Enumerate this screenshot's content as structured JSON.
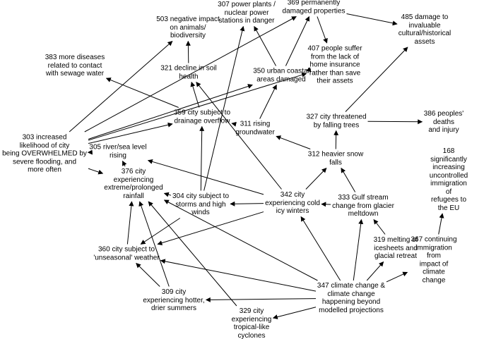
{
  "diagram": {
    "nodes": [
      {
        "id": "503",
        "label": "503 negative impact\non animals/\nbiodiversity"
      },
      {
        "id": "307",
        "label": "307 power plants /\nnuclear power\nstations in danger"
      },
      {
        "id": "369",
        "label": "369 permanently\ndamaged properties"
      },
      {
        "id": "485",
        "label": "485 damage to\ninvaluable\ncultural/historical\nassets"
      },
      {
        "id": "407",
        "label": "407 people suffer\nfrom the lack of\nhome insurance\nrather than save\ntheir assets"
      },
      {
        "id": "383",
        "label": "383 more diseases\nrelated to contact\nwith sewage water"
      },
      {
        "id": "321",
        "label": "321 decline in soil\nhealth"
      },
      {
        "id": "350",
        "label": "350 urban coastal\nareas damaged"
      },
      {
        "id": "386",
        "label": "386 peoples' deaths\nand injury"
      },
      {
        "id": "359",
        "label": "359 city subject to\ndrainage overflow"
      },
      {
        "id": "311",
        "label": "311 rising\ngroundwater"
      },
      {
        "id": "327",
        "label": "327 city threatened\nby falling trees"
      },
      {
        "id": "303",
        "label": "303 increased\nlikelihood of city\nbeing OVERWHELMED by\nsevere flooding, and\nmore often"
      },
      {
        "id": "305",
        "label": "305 river/sea level\nrising"
      },
      {
        "id": "312",
        "label": "312 heavier snow\nfalls"
      },
      {
        "id": "376",
        "label": "376 city\nexperiencing\nextreme/prolonged\nrainfall"
      },
      {
        "id": "168",
        "label": "168 significantly\nincreasing\nuncontrolled\nimmigration of\nrefugees to the EU"
      },
      {
        "id": "304",
        "label": "304 city subject to\nstorms and high\nwinds"
      },
      {
        "id": "342",
        "label": "342 city\nexperiencing cold\nicy winters"
      },
      {
        "id": "333",
        "label": "333 Gulf stream\nchange from glacier\nmeltdown"
      },
      {
        "id": "360",
        "label": "360 city subject to\n'unseasonal' weather"
      },
      {
        "id": "319",
        "label": "319 melting of\nicesheets and\nglacial retreat"
      },
      {
        "id": "367",
        "label": "367 continuing\nimmigration from\nimpact of climate\nchange"
      },
      {
        "id": "347",
        "label": "347 climate change &\nclimate change\nhappening beyond\nmodelled projections"
      },
      {
        "id": "309",
        "label": "309 city\nexperiencing hotter,\ndrier summers"
      },
      {
        "id": "329",
        "label": "329 city\nexperiencing\ntropical-like\ncyclones"
      }
    ],
    "edges": [
      {
        "from": "303",
        "to": "503"
      },
      {
        "from": "303",
        "to": "369"
      },
      {
        "from": "303",
        "to": "350"
      },
      {
        "from": "303",
        "to": "305"
      },
      {
        "from": "303",
        "to": "376"
      },
      {
        "from": "303",
        "to": "359"
      },
      {
        "from": "303",
        "to": "407"
      },
      {
        "from": "369",
        "to": "485"
      },
      {
        "from": "369",
        "to": "407"
      },
      {
        "from": "350",
        "to": "307"
      },
      {
        "from": "350",
        "to": "369"
      },
      {
        "from": "350",
        "to": "407"
      },
      {
        "from": "321",
        "to": "503"
      },
      {
        "from": "359",
        "to": "383"
      },
      {
        "from": "359",
        "to": "321"
      },
      {
        "from": "311",
        "to": "350"
      },
      {
        "from": "311",
        "to": "359"
      },
      {
        "from": "327",
        "to": "485"
      },
      {
        "from": "327",
        "to": "386"
      },
      {
        "from": "312",
        "to": "327"
      },
      {
        "from": "312",
        "to": "311"
      },
      {
        "from": "342",
        "to": "312"
      },
      {
        "from": "342",
        "to": "304"
      },
      {
        "from": "342",
        "to": "321"
      },
      {
        "from": "342",
        "to": "305"
      },
      {
        "from": "304",
        "to": "359"
      },
      {
        "from": "304",
        "to": "376"
      },
      {
        "from": "304",
        "to": "307"
      },
      {
        "from": "304",
        "to": "360"
      },
      {
        "from": "333",
        "to": "312"
      },
      {
        "from": "333",
        "to": "342"
      },
      {
        "from": "319",
        "to": "333"
      },
      {
        "from": "376",
        "to": "305"
      },
      {
        "from": "347",
        "to": "360"
      },
      {
        "from": "347",
        "to": "309"
      },
      {
        "from": "347",
        "to": "329"
      },
      {
        "from": "347",
        "to": "342"
      },
      {
        "from": "347",
        "to": "333"
      },
      {
        "from": "347",
        "to": "319"
      },
      {
        "from": "347",
        "to": "367"
      },
      {
        "from": "347",
        "to": "376"
      },
      {
        "from": "367",
        "to": "168"
      },
      {
        "from": "309",
        "to": "376"
      },
      {
        "from": "309",
        "to": "360"
      },
      {
        "from": "329",
        "to": "376"
      },
      {
        "from": "360",
        "to": "376"
      },
      {
        "from": "342",
        "to": "360"
      }
    ]
  }
}
